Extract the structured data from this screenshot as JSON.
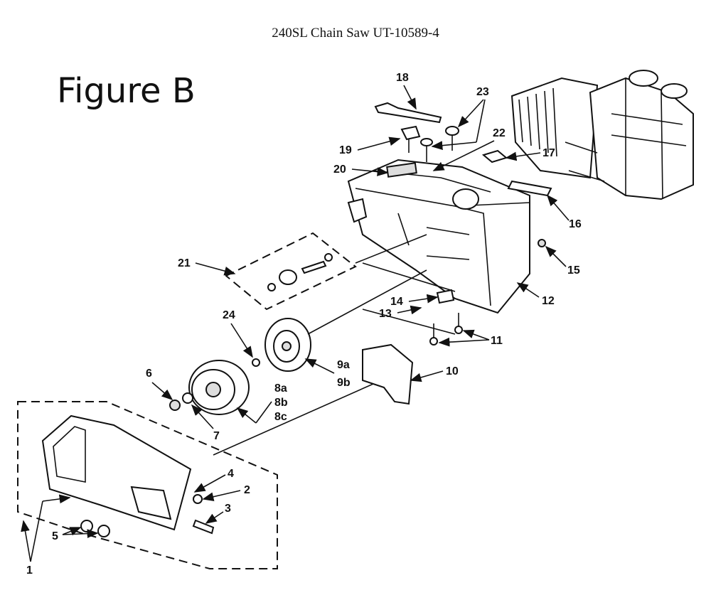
{
  "header": {
    "title": "240SL Chain Saw UT-10589-4"
  },
  "figure": {
    "label": "Figure B"
  },
  "callouts": {
    "p1": "1",
    "p2": "2",
    "p3": "3",
    "p4": "4",
    "p5": "5",
    "p6": "6",
    "p7": "7",
    "p8a": "8a",
    "p8b": "8b",
    "p8c": "8c",
    "p9a": "9a",
    "p9b": "9b",
    "p10": "10",
    "p11": "11",
    "p12": "12",
    "p13": "13",
    "p14": "14",
    "p15": "15",
    "p16": "16",
    "p17": "17",
    "p18": "18",
    "p19": "19",
    "p20": "20",
    "p21": "21",
    "p22": "22",
    "p23": "23",
    "p24": "24"
  }
}
